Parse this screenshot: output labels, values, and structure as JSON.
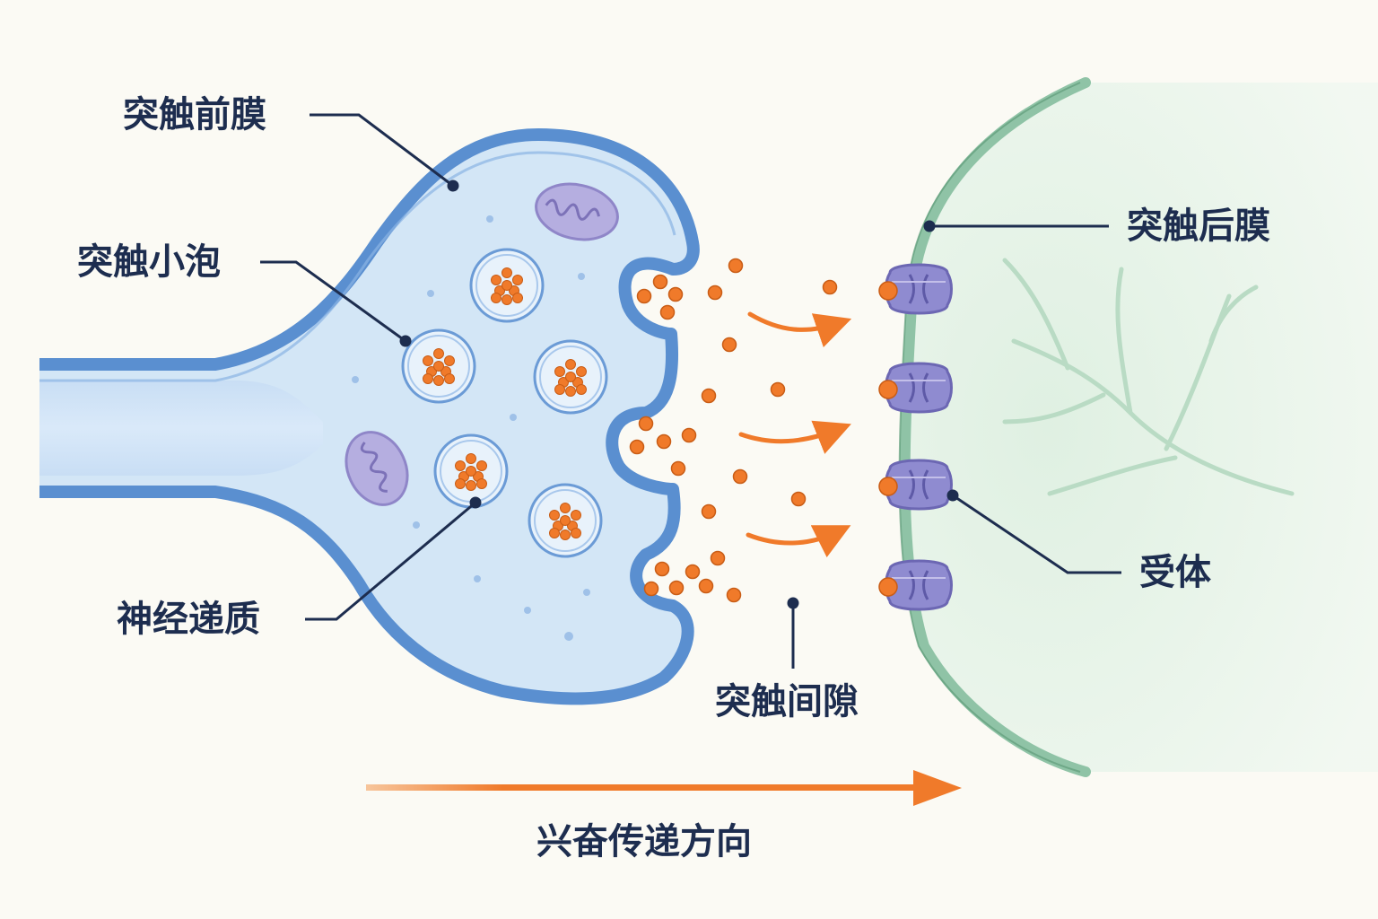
{
  "labels": {
    "presynaptic_membrane": "突触前膜",
    "synaptic_vesicle": "突触小泡",
    "neurotransmitter": "神经递质",
    "synaptic_cleft": "突触间隙",
    "postsynaptic_membrane": "突触后膜",
    "receptor": "受体",
    "direction": "兴奋传递方向"
  },
  "colors": {
    "background": "#fbfaf4",
    "presynaptic_fill": "#d3e6f6",
    "presynaptic_membrane": "#5a8fd0",
    "postsynaptic_fill": "#e6f2e8",
    "postsynaptic_membrane": "#8fc3a6",
    "neurotransmitter": "#f07a2a",
    "receptor": "#8f8bd0",
    "mitochondrion": "#b5aee0",
    "label_text": "#1d2d4f",
    "leader_line": "#1d2d4f"
  },
  "icons": [
    "mitochondrion-icon",
    "synaptic-vesicle-icon",
    "neurotransmitter-molecule-icon",
    "receptor-icon",
    "flow-arrow-icon",
    "direction-arrow-icon"
  ]
}
